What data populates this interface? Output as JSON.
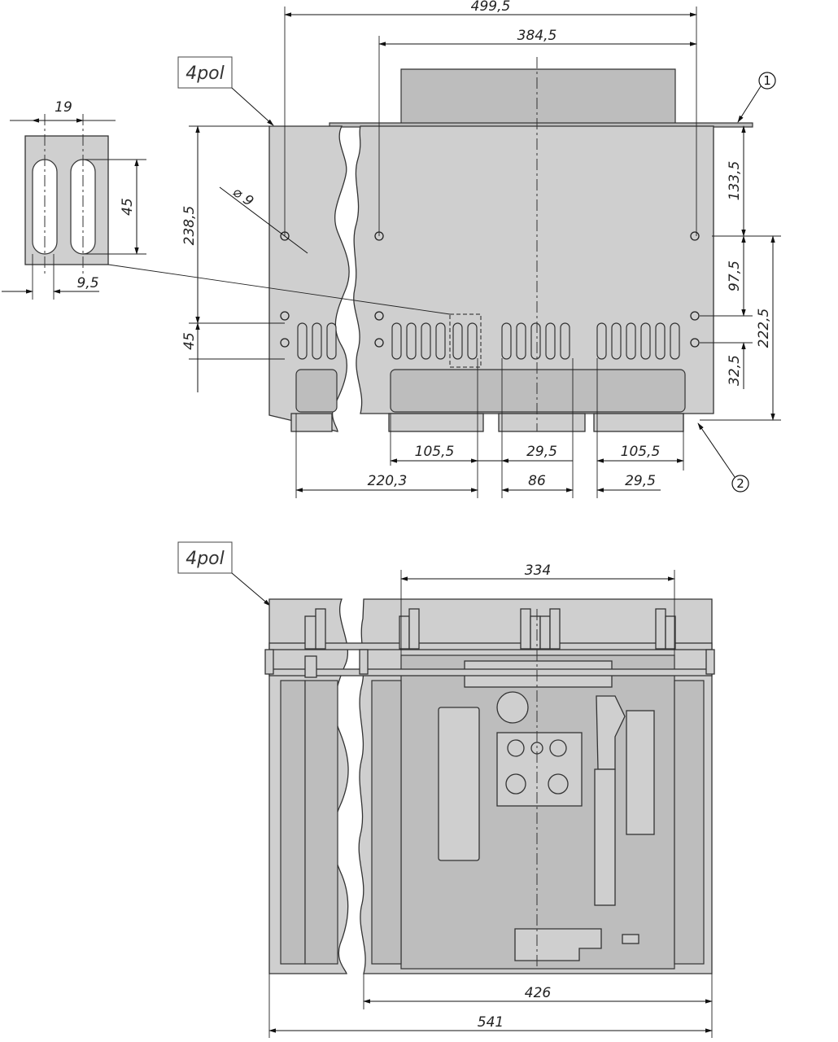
{
  "labels": {
    "pole_top": "4pol",
    "pole_bottom": "4pol",
    "callout_1": "1",
    "callout_2": "2"
  },
  "dimensions": {
    "overall_width_top": "499,5",
    "frame_width_top": "384,5",
    "slot_pitch": "19",
    "slot_height": "45",
    "slot_offset": "9,5",
    "hole_diameter": "⌀ 9",
    "height_left": "238,5",
    "height_lower_left": "45",
    "right_top": "133,5",
    "right_mid": "97,5",
    "right_total": "222,5",
    "right_bottom": "32,5",
    "bottom_105a": "105,5",
    "bottom_295a": "29,5",
    "bottom_105b": "105,5",
    "bottom_2203": "220,3",
    "bottom_86": "86",
    "bottom_295b": "29,5",
    "front_width": "334",
    "front_426": "426",
    "front_541": "541"
  }
}
